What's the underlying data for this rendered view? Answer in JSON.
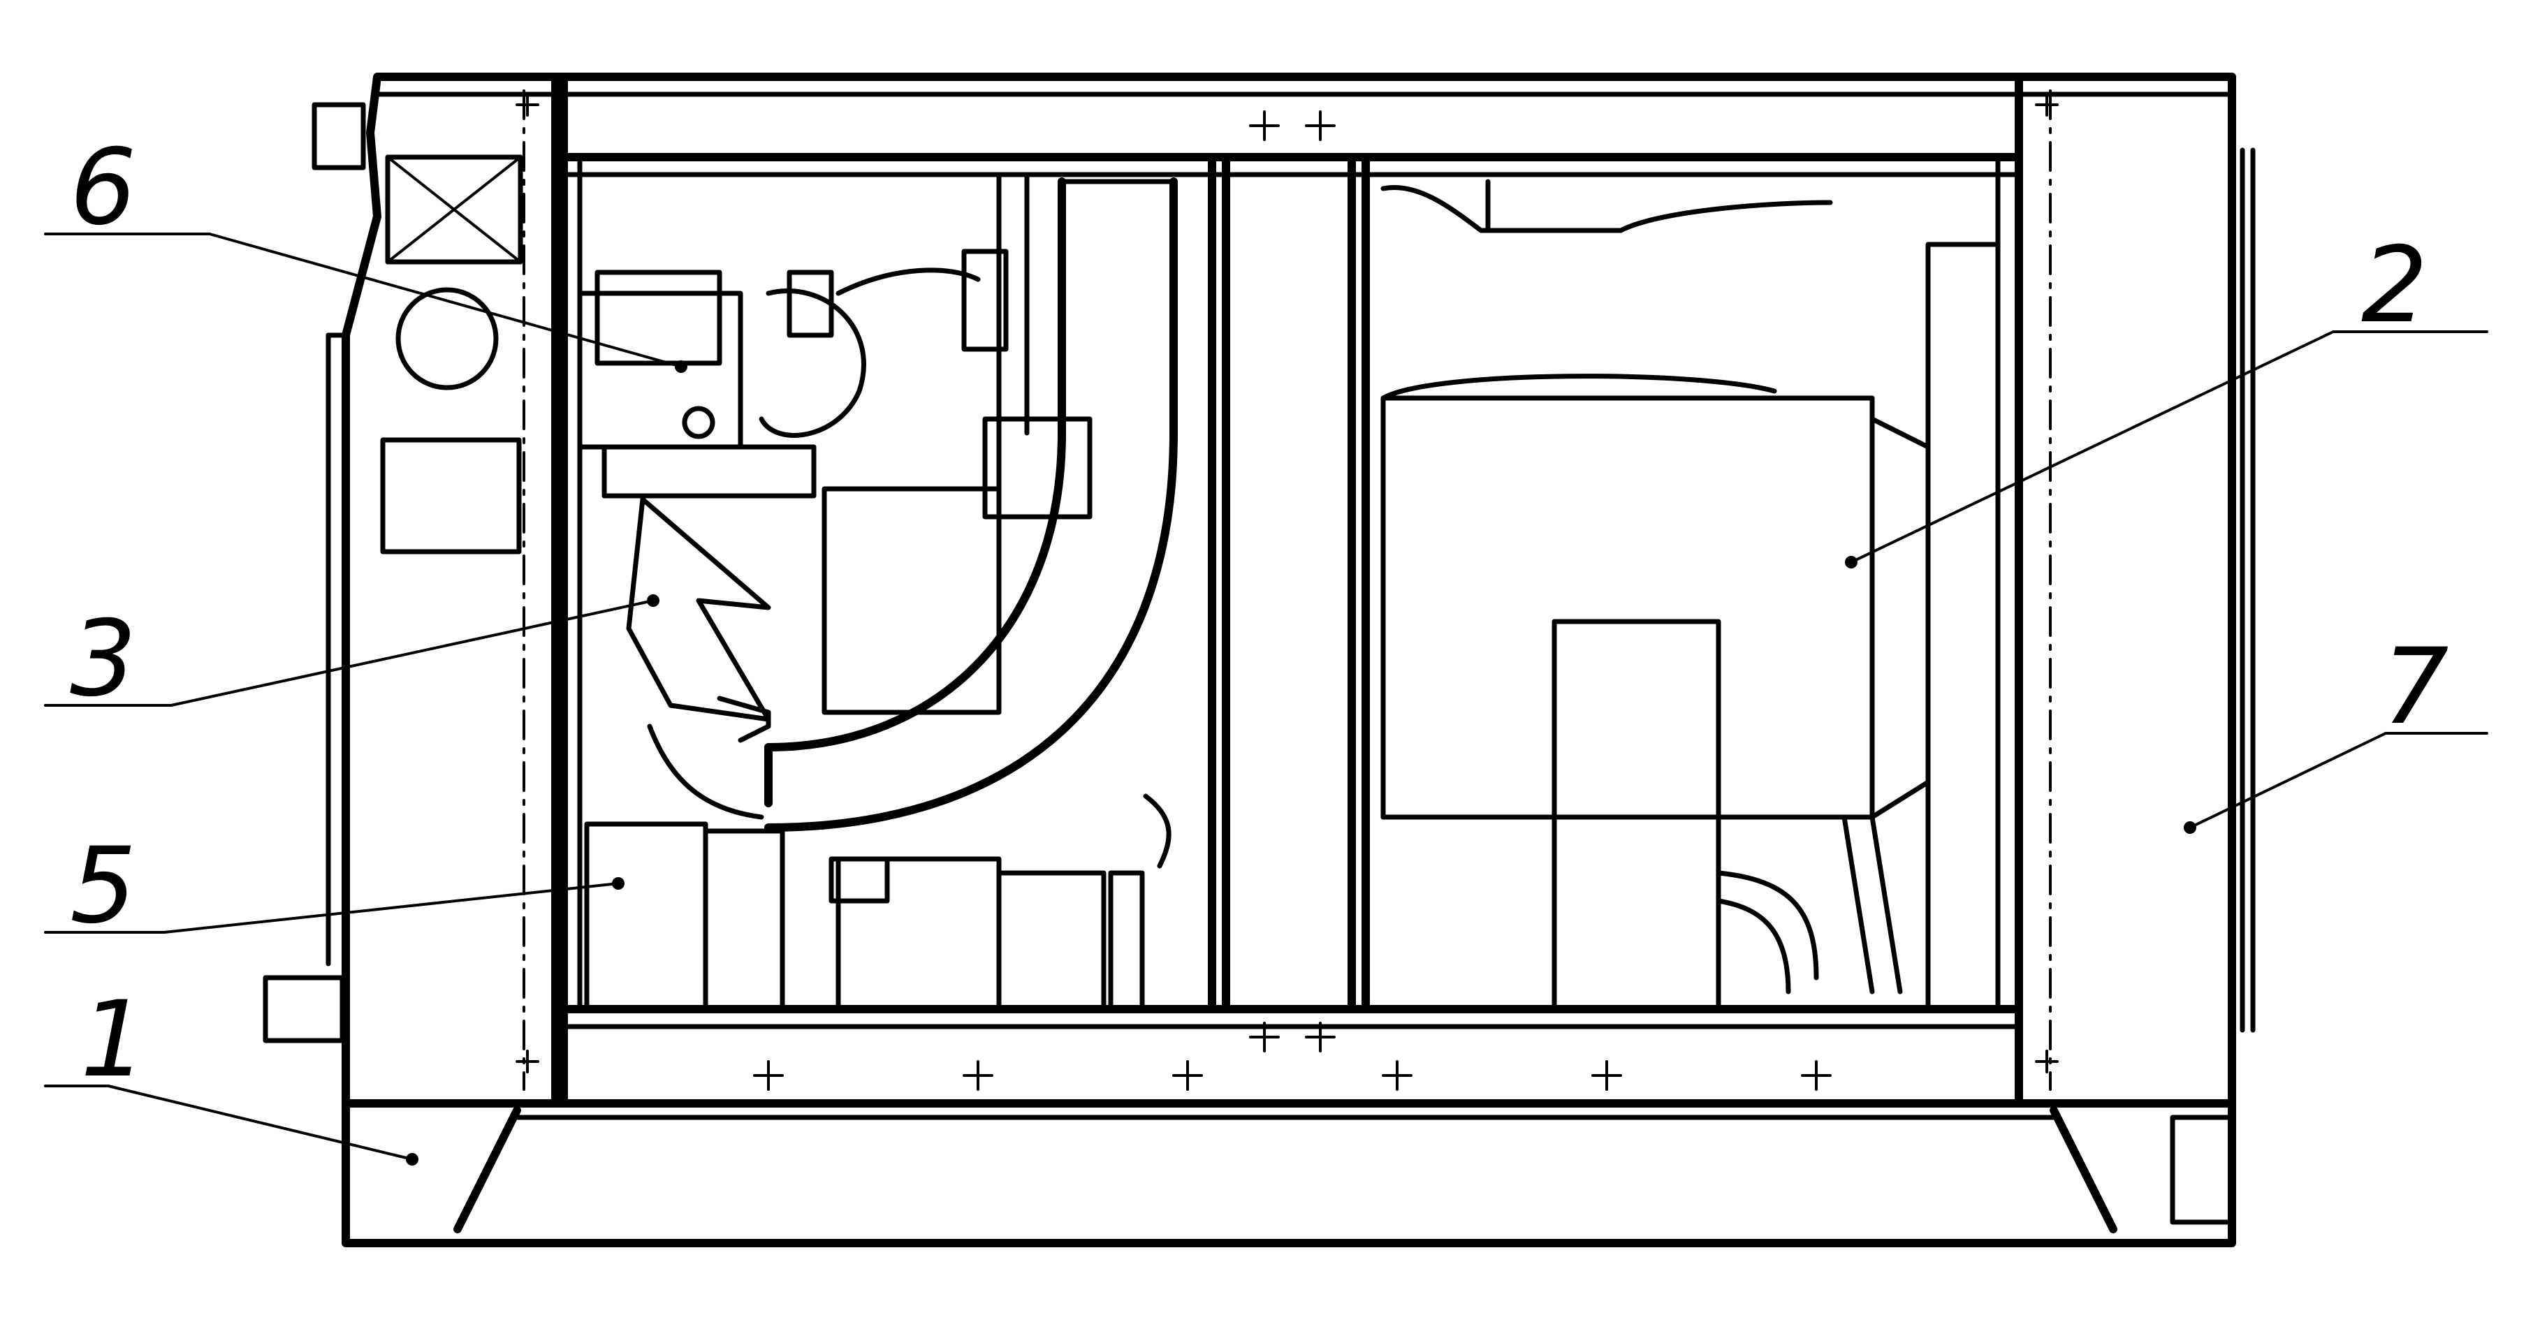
{
  "callouts": [
    {
      "id": "1",
      "label": "1"
    },
    {
      "id": "2",
      "label": "2"
    },
    {
      "id": "3",
      "label": "3"
    },
    {
      "id": "5",
      "label": "5"
    },
    {
      "id": "6",
      "label": "6"
    },
    {
      "id": "7",
      "label": "7"
    }
  ],
  "colors": {
    "ink": "#000000",
    "paper": "#ffffff"
  }
}
